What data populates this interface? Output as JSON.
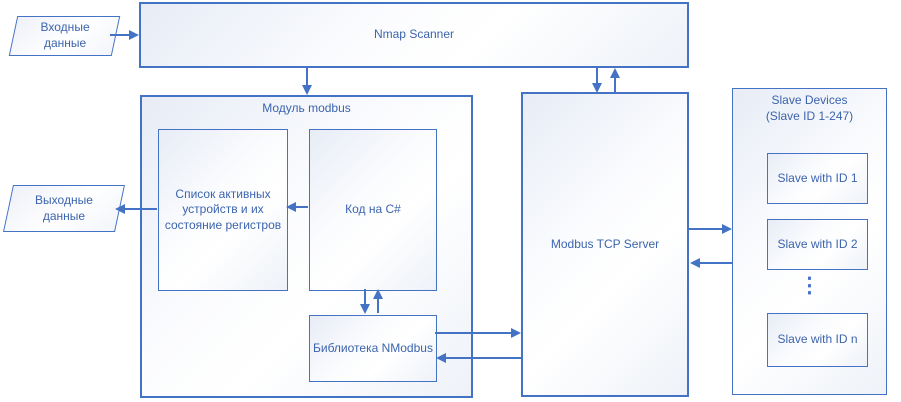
{
  "diagram": {
    "colors": {
      "accent": "#4472C4",
      "text": "#3C64AD",
      "fill_light": "#E7ECF6",
      "background": "#FFFFFF"
    },
    "input": {
      "label": "Входные данные"
    },
    "output": {
      "label": "Выходные данные"
    },
    "nmap": {
      "label": "Nmap Scanner"
    },
    "module": {
      "title": "Модуль modbus",
      "list_box": {
        "label": "Список активных устройств и их состояние регистров"
      },
      "code_box": {
        "label": "Код на C#"
      },
      "nmodbus_box": {
        "label": "Библиотека NModbus"
      }
    },
    "server": {
      "label": "Modbus TCP Server"
    },
    "slaves": {
      "title_line1": "Slave Devices",
      "title_line2": "(Slave ID 1-247)",
      "items": [
        {
          "label": "Slave with ID 1"
        },
        {
          "label": "Slave with ID 2"
        },
        {
          "label": "Slave with ID n"
        }
      ],
      "ellipsis": "⋮"
    }
  }
}
